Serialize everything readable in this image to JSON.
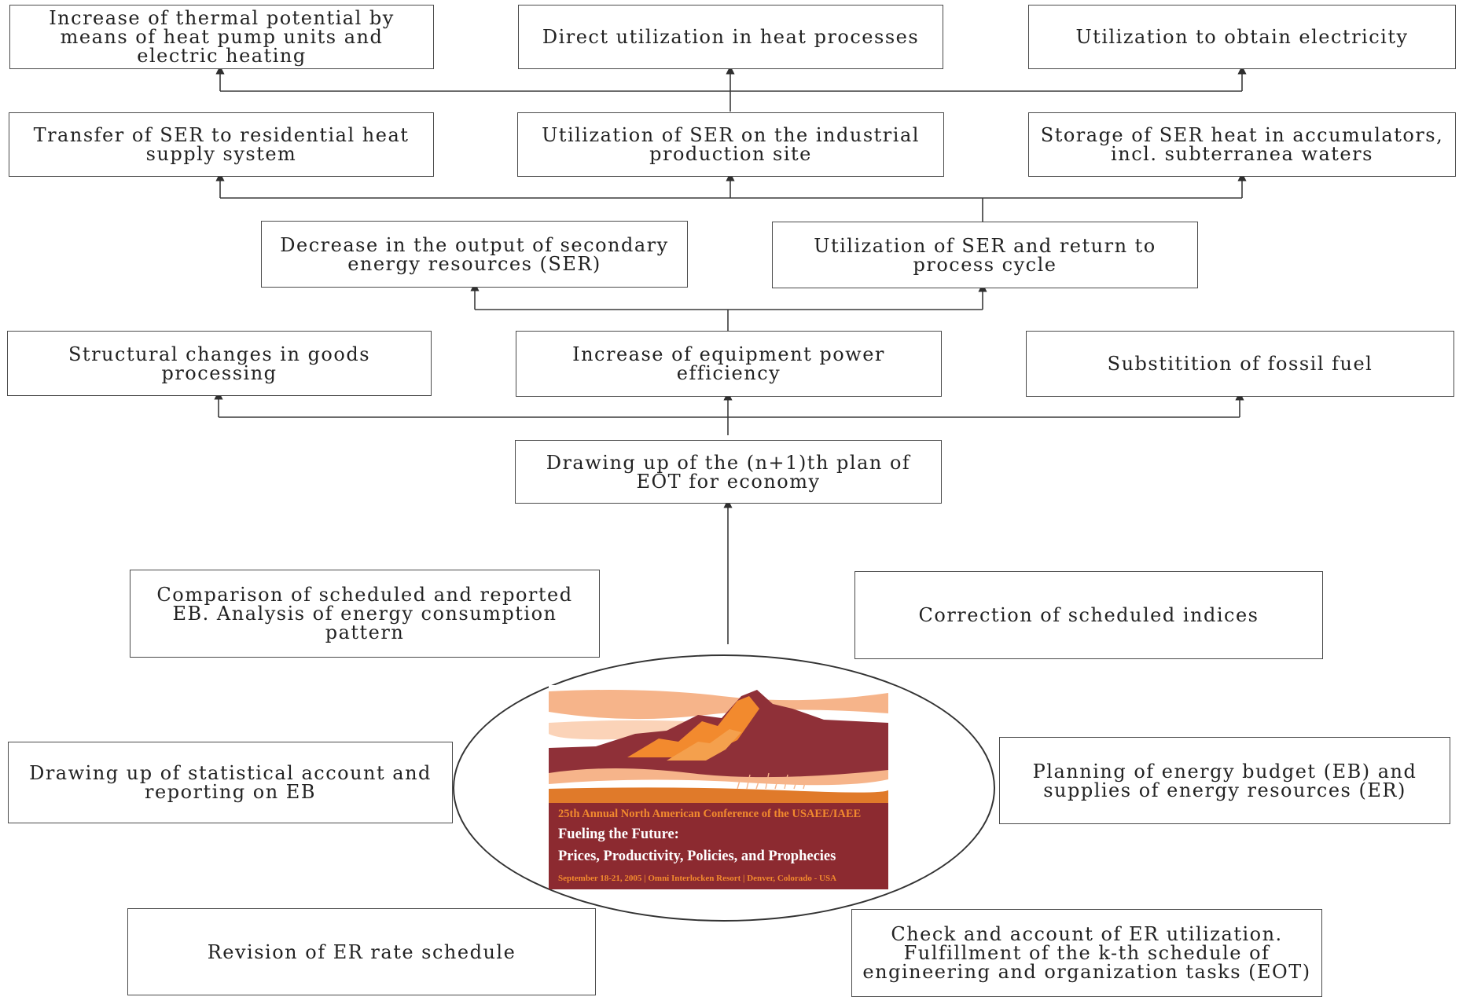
{
  "diagram": {
    "row1": {
      "heat_pump": "Increase of thermal potential by means of heat pump units and electric heating",
      "direct_heat": "Direct utilization in heat processes",
      "electricity": "Utilization to obtain electricity"
    },
    "row2": {
      "transfer": "Transfer of SER to residential heat supply system",
      "industrial": "Utilization of SER on the industrial production site",
      "storage": "Storage of SER heat in accumulators, incl. subterranea waters"
    },
    "row3": {
      "decrease": "Decrease in the output of secondary energy resources (SER)",
      "return_cycle": "Utilization of SER and return to process cycle"
    },
    "row4": {
      "structural": "Structural changes in goods processing",
      "efficiency": "Increase of equipment power efficiency",
      "substitution": "Substitition of fossil fuel"
    },
    "plan": "Drawing up of the (n+1)th plan of EOT for economy",
    "cycle": {
      "comparison": "Comparison of scheduled and reported EB. Analysis of energy consumption pattern",
      "correction": "Correction of scheduled indices",
      "statistical": "Drawing up of statistical account and reporting on EB",
      "planning": "Planning of energy budget (EB) and supplies of energy resources (ER)",
      "revision": "Revision of ER rate schedule",
      "check": "Check and account of ER utilization. Fulfillment of the k-th schedule of engineering and organization tasks (EOT)"
    },
    "logo": {
      "conference": "25th Annual North American Conference of the USAEE/IAEE",
      "title": "Fueling the Future:",
      "subtitle": "Prices, Productivity, Policies, and Prophecies",
      "details": "September 18-21, 2005 | Omni Interlocken Resort | Denver, Colorado - USA"
    }
  },
  "colors": {
    "line": "#3a3a3a",
    "box_border": "#4a4a4a",
    "logo_maroon": "#8c2a30",
    "logo_orange": "#f28a2e"
  }
}
